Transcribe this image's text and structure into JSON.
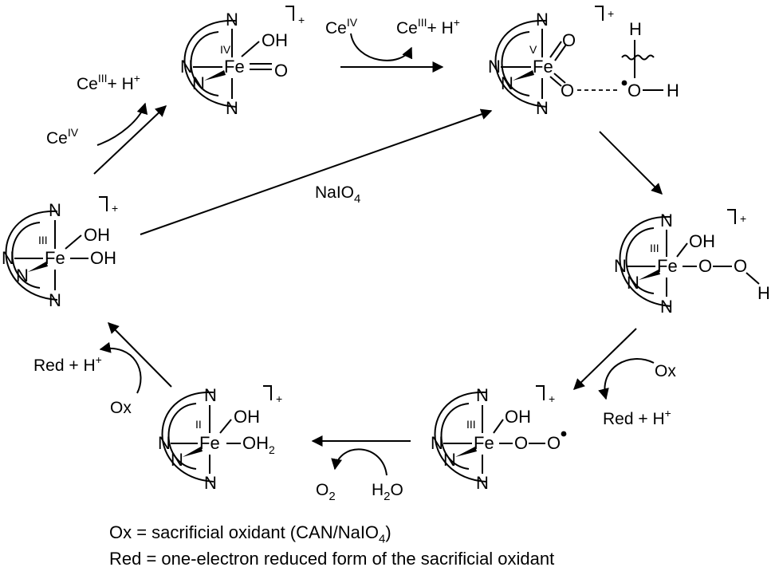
{
  "complexes": {
    "fe4": {
      "oxidation_state": "IV",
      "metal": "Fe",
      "ligand_atom": "N",
      "hydroxo": "OH",
      "oxo": "O",
      "charge": "+"
    },
    "fe5": {
      "oxidation_state": "V",
      "metal": "Fe",
      "ligand_atom": "N",
      "oxo": "O",
      "water_H": "H",
      "water_O": "O",
      "charge": "+"
    },
    "fe3_left": {
      "oxidation_state": "III",
      "metal": "Fe",
      "ligand_atom": "N",
      "hydroxo_1": "OH",
      "hydroxo_2": "OH",
      "charge": "+"
    },
    "fe3_hydroperoxo": {
      "oxidation_state": "III",
      "metal": "Fe",
      "ligand_atom": "N",
      "hydroxo": "OH",
      "oxygen": "O",
      "H": "H",
      "charge": "+"
    },
    "fe3_superoxo": {
      "oxidation_state": "III",
      "metal": "Fe",
      "ligand_atom": "N",
      "hydroxo": "OH",
      "oxygen": "O",
      "charge": "+"
    },
    "fe2": {
      "oxidation_state": "II",
      "metal": "Fe",
      "ligand_atom": "N",
      "hydroxo": "OH",
      "aqua": "OH",
      "aqua_sub": "2",
      "charge": "+"
    }
  },
  "reagents": {
    "ce4": "Ce",
    "ce4_sup": "IV",
    "ce3": "Ce",
    "ce3_sup": "III",
    "ce3_tail": "+ H",
    "ce3_tail_sup": "+",
    "naio4": "NaIO",
    "naio4_sub": "4",
    "ox": "Ox",
    "red_h": "Red + H",
    "red_h_sup": "+",
    "o2": "O",
    "o2_sub": "2",
    "h2o_H": "H",
    "h2o_sub": "2",
    "h2o_O": "O"
  },
  "legend": {
    "line1": "Ox = sacrificial oxidant (CAN/NaIO",
    "line1_sub": "4",
    "line1_tail": ")",
    "line2": "Red = one-electron reduced form of the sacrificial oxidant"
  }
}
